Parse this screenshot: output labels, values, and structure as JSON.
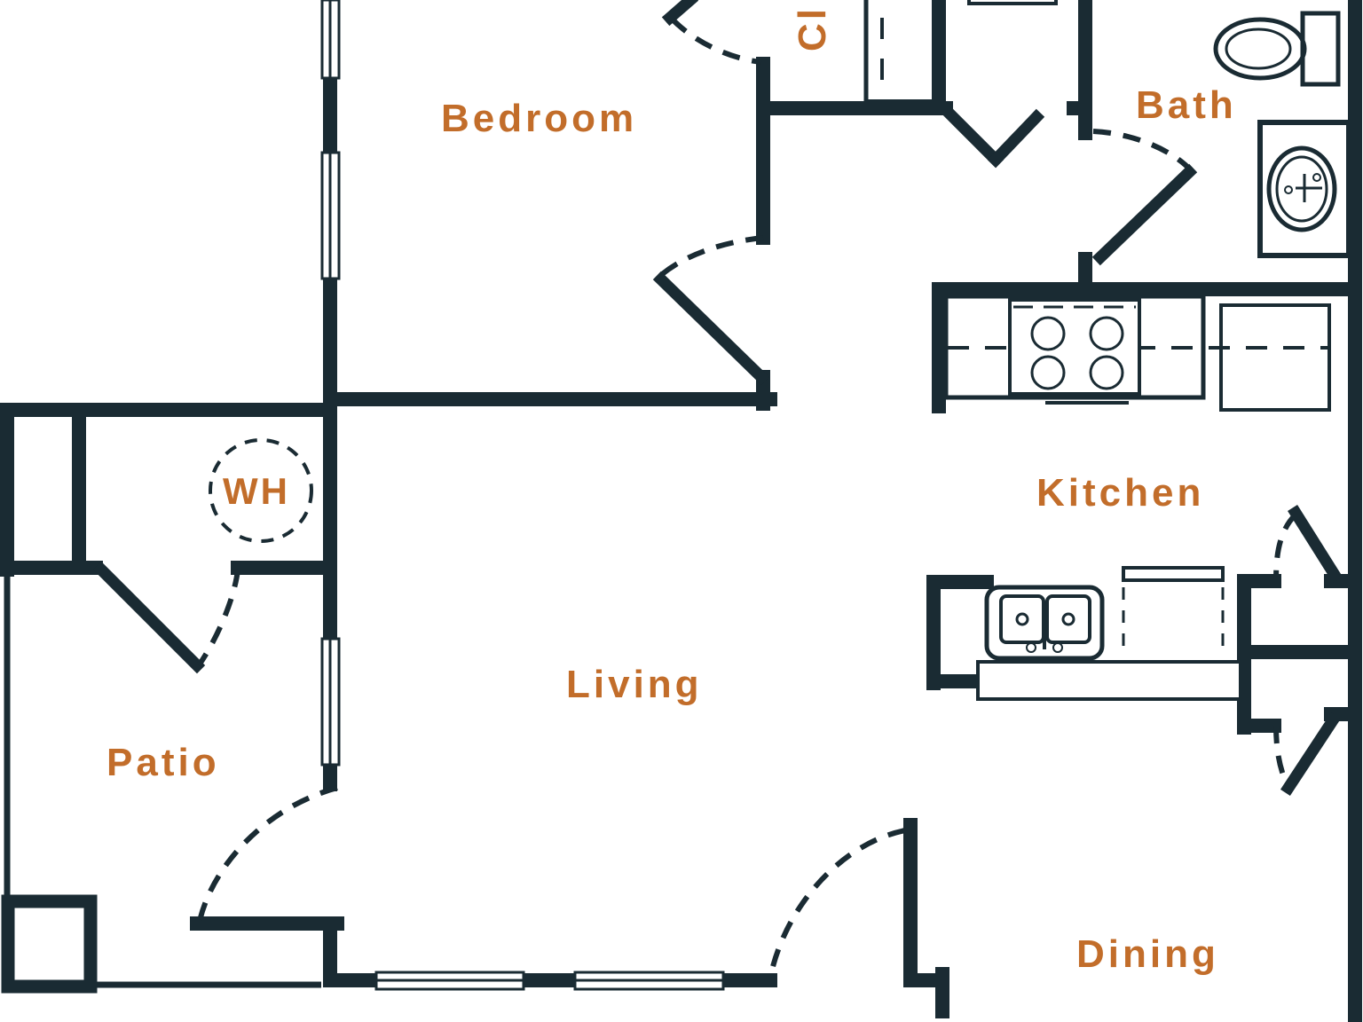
{
  "colors": {
    "wall": "#1a2b33",
    "label": "#c26d2a",
    "background": "#ffffff"
  },
  "rooms": {
    "bedroom": "Bedroom",
    "closet": "Cl",
    "bath": "Bath",
    "kitchen": "Kitchen",
    "living": "Living",
    "patio": "Patio",
    "dining": "Dining",
    "water_heater": "WH"
  }
}
